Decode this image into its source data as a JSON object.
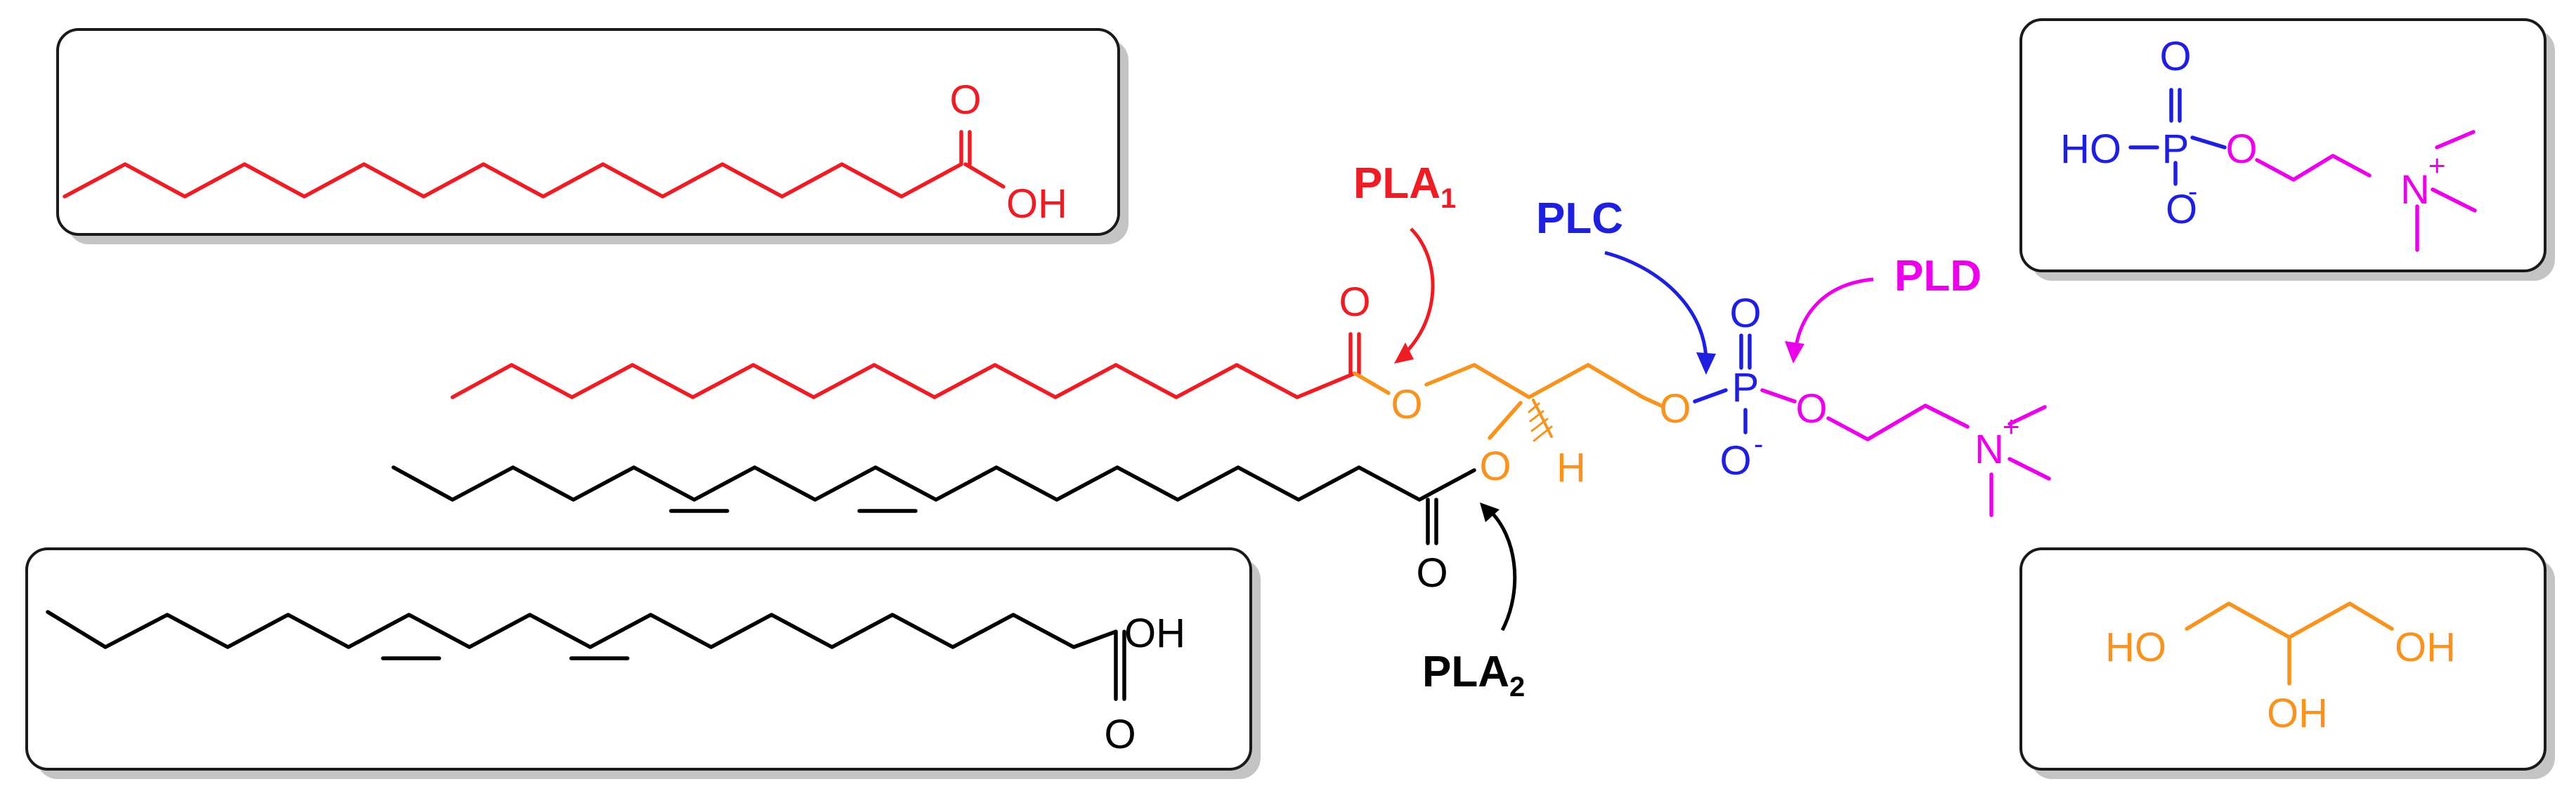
{
  "colors": {
    "palmitoyl": "#ee1c24",
    "linoleoyl": "#000000",
    "glycerol": "#f7931e",
    "phosphate": "#1f1fe0",
    "choline": "#ec00ec",
    "box_border": "#1a1a1a",
    "box_shadow": "#c4c4c4"
  },
  "enzymes": {
    "pla1": {
      "base": "PLA",
      "sub": "1"
    },
    "pla2": {
      "base": "PLA",
      "sub": "2"
    },
    "plc": "PLC",
    "pld": "PLD"
  },
  "atoms": {
    "O": "O",
    "OH": "OH",
    "HO": "HO",
    "H": "H",
    "P": "P",
    "N": "N",
    "plus": "+",
    "minus": "-"
  }
}
